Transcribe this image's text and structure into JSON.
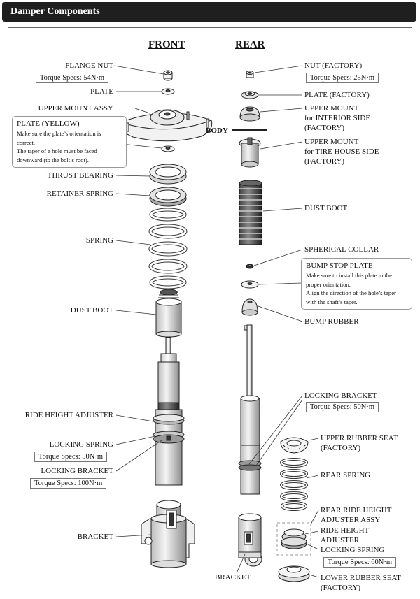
{
  "header": {
    "title": "Damper Components"
  },
  "columns": {
    "front": "FRONT",
    "rear": "REAR"
  },
  "front": {
    "flange_nut": "FLANGE NUT",
    "flange_nut_torque": "Torque Specs: 54N·m",
    "plate": "PLATE",
    "upper_mount": "UPPER MOUNT ASSY",
    "note": {
      "title": "PLATE (YELLOW)",
      "lines": [
        "Make sure the plate’s orientation is",
        "correct.",
        "The taper of a hole must be faced",
        "downward (to the bolt’s root)."
      ]
    },
    "thrust_bearing": "THRUST BEARING",
    "retainer_spring": "RETAINER SPRING",
    "spring": "SPRING",
    "dust_boot": "DUST BOOT",
    "ride_height_adjuster": "RIDE HEIGHT ADJUSTER",
    "locking_spring": "LOCKING SPRING",
    "locking_spring_torque": "Torque Specs: 50N·m",
    "locking_bracket": "LOCKING BRACKET",
    "locking_bracket_torque": "Torque Specs: 100N·m",
    "bracket": "BRACKET"
  },
  "rear": {
    "nut": "NUT (FACTORY)",
    "nut_torque": "Torque Specs: 25N·m",
    "plate": "PLATE (FACTORY)",
    "upper_mount_interior": [
      "UPPER MOUNT",
      "for INTERIOR SIDE",
      "(FACTORY)"
    ],
    "body": "BODY",
    "upper_mount_tire": [
      "UPPER MOUNT",
      "for TIRE HOUSE SIDE",
      "(FACTORY)"
    ],
    "dust_boot": "DUST BOOT",
    "spherical_collar": "SPHERICAL COLLAR",
    "note": {
      "title": "BUMP STOP PLATE",
      "lines": [
        "Make sure to install this plate in the",
        "proper orientation.",
        "Align the direction of the hole’s taper",
        "with the shaft’s taper."
      ]
    },
    "bump_rubber": "BUMP RUBBER",
    "locking_bracket": "LOCKING BRACKET",
    "locking_bracket_torque": "Torque Specs: 50N·m",
    "upper_rubber_seat": [
      "UPPER RUBBER SEAT",
      "(FACTORY)"
    ],
    "rear_spring": "REAR SPRING",
    "rear_ride_height_adjuster": [
      "REAR RIDE HEIGHT",
      "ADJUSTER ASSY"
    ],
    "ride_height_adjuster": [
      "RIDE HEIGHT",
      "ADJUSTER"
    ],
    "locking_spring": "LOCKING SPRING",
    "locking_spring_torque": "Torque Specs: 60N·m",
    "bracket": "BRACKET",
    "lower_rubber_seat": [
      "LOWER RUBBER SEAT",
      "(FACTORY)"
    ]
  }
}
